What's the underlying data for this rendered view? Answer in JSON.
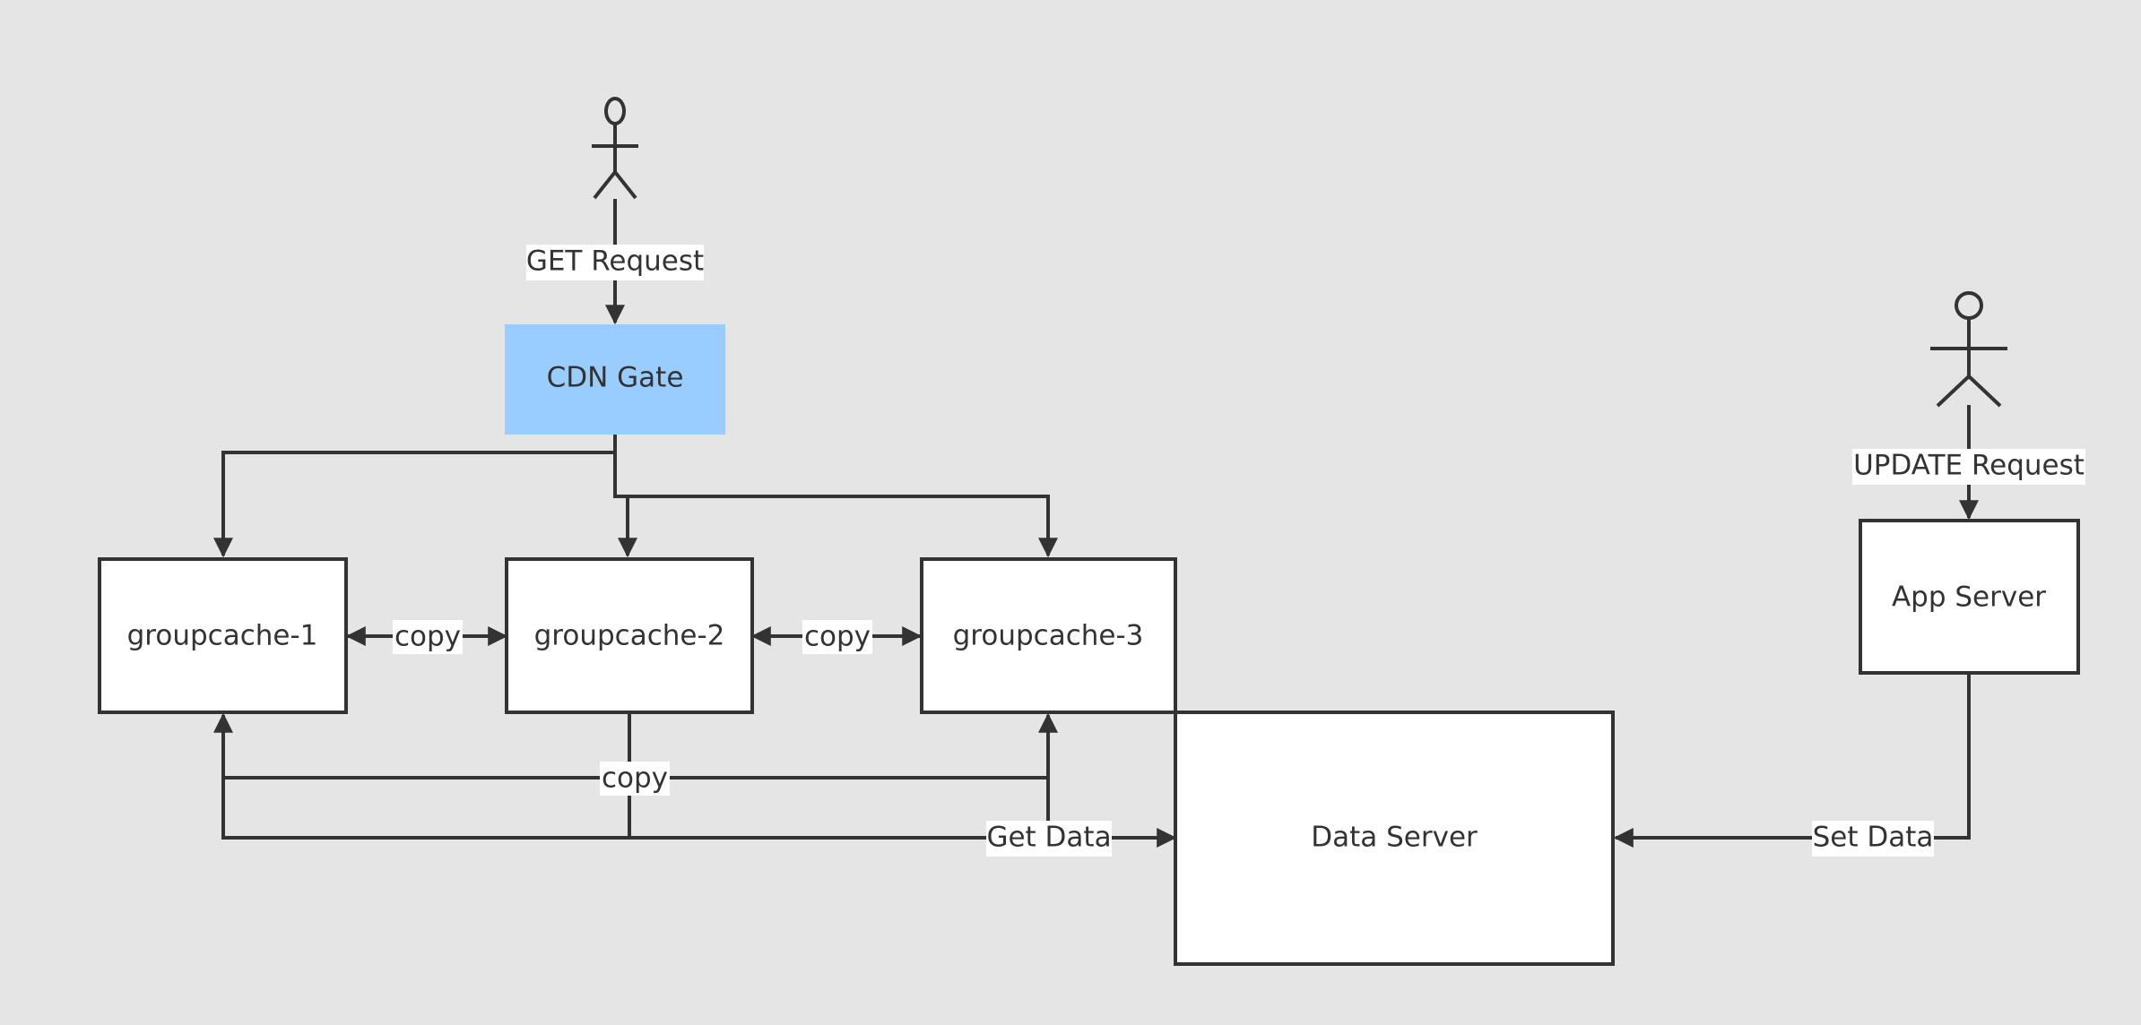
{
  "nodes": {
    "cdn_gate": "CDN Gate",
    "gc1": "groupcache-1",
    "gc2": "groupcache-2",
    "gc3": "groupcache-3",
    "data_server": "Data Server",
    "app_server": "App Server"
  },
  "edges": {
    "get_request": "GET Request",
    "update_request": "UPDATE Request",
    "copy_12": "copy",
    "copy_23": "copy",
    "copy_bottom": "copy",
    "get_data": "Get Data",
    "set_data": "Set Data"
  },
  "colors": {
    "background": "#e5e5e5",
    "cdn_fill": "#99ccff",
    "box_fill": "#ffffff",
    "stroke": "#333333"
  }
}
